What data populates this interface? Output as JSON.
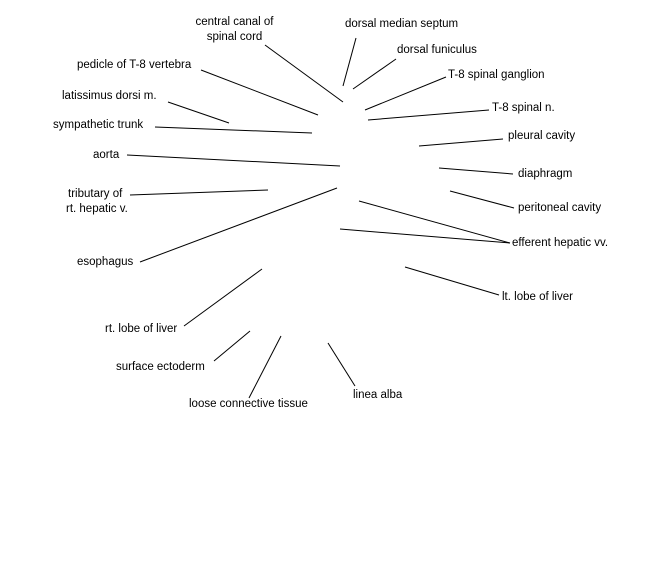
{
  "labels": {
    "central_canal": [
      "central canal of",
      "spinal cord"
    ],
    "dorsal_median_septum": "dorsal median septum",
    "dorsal_funiculus": "dorsal funiculus",
    "pedicle": "pedicle of T-8 vertebra",
    "spinal_ganglion": "T-8 spinal ganglion",
    "latissimus": "latissimus dorsi m.",
    "spinal_nerve": "T-8 spinal n.",
    "sympathetic_trunk": "sympathetic trunk",
    "pleural_cavity": "pleural cavity",
    "aorta": "aorta",
    "diaphragm": "diaphragm",
    "tributary": [
      "tributary of",
      "rt. hepatic v."
    ],
    "peritoneal_cavity": "peritoneal cavity",
    "efferent_hepatic": "efferent hepatic vv.",
    "esophagus": "esophagus",
    "lt_lobe": "lt. lobe of liver",
    "rt_lobe": "rt. lobe of liver",
    "surface_ectoderm": "surface ectoderm",
    "loose_connective": "loose connective tissue",
    "linea_alba": "linea alba"
  }
}
